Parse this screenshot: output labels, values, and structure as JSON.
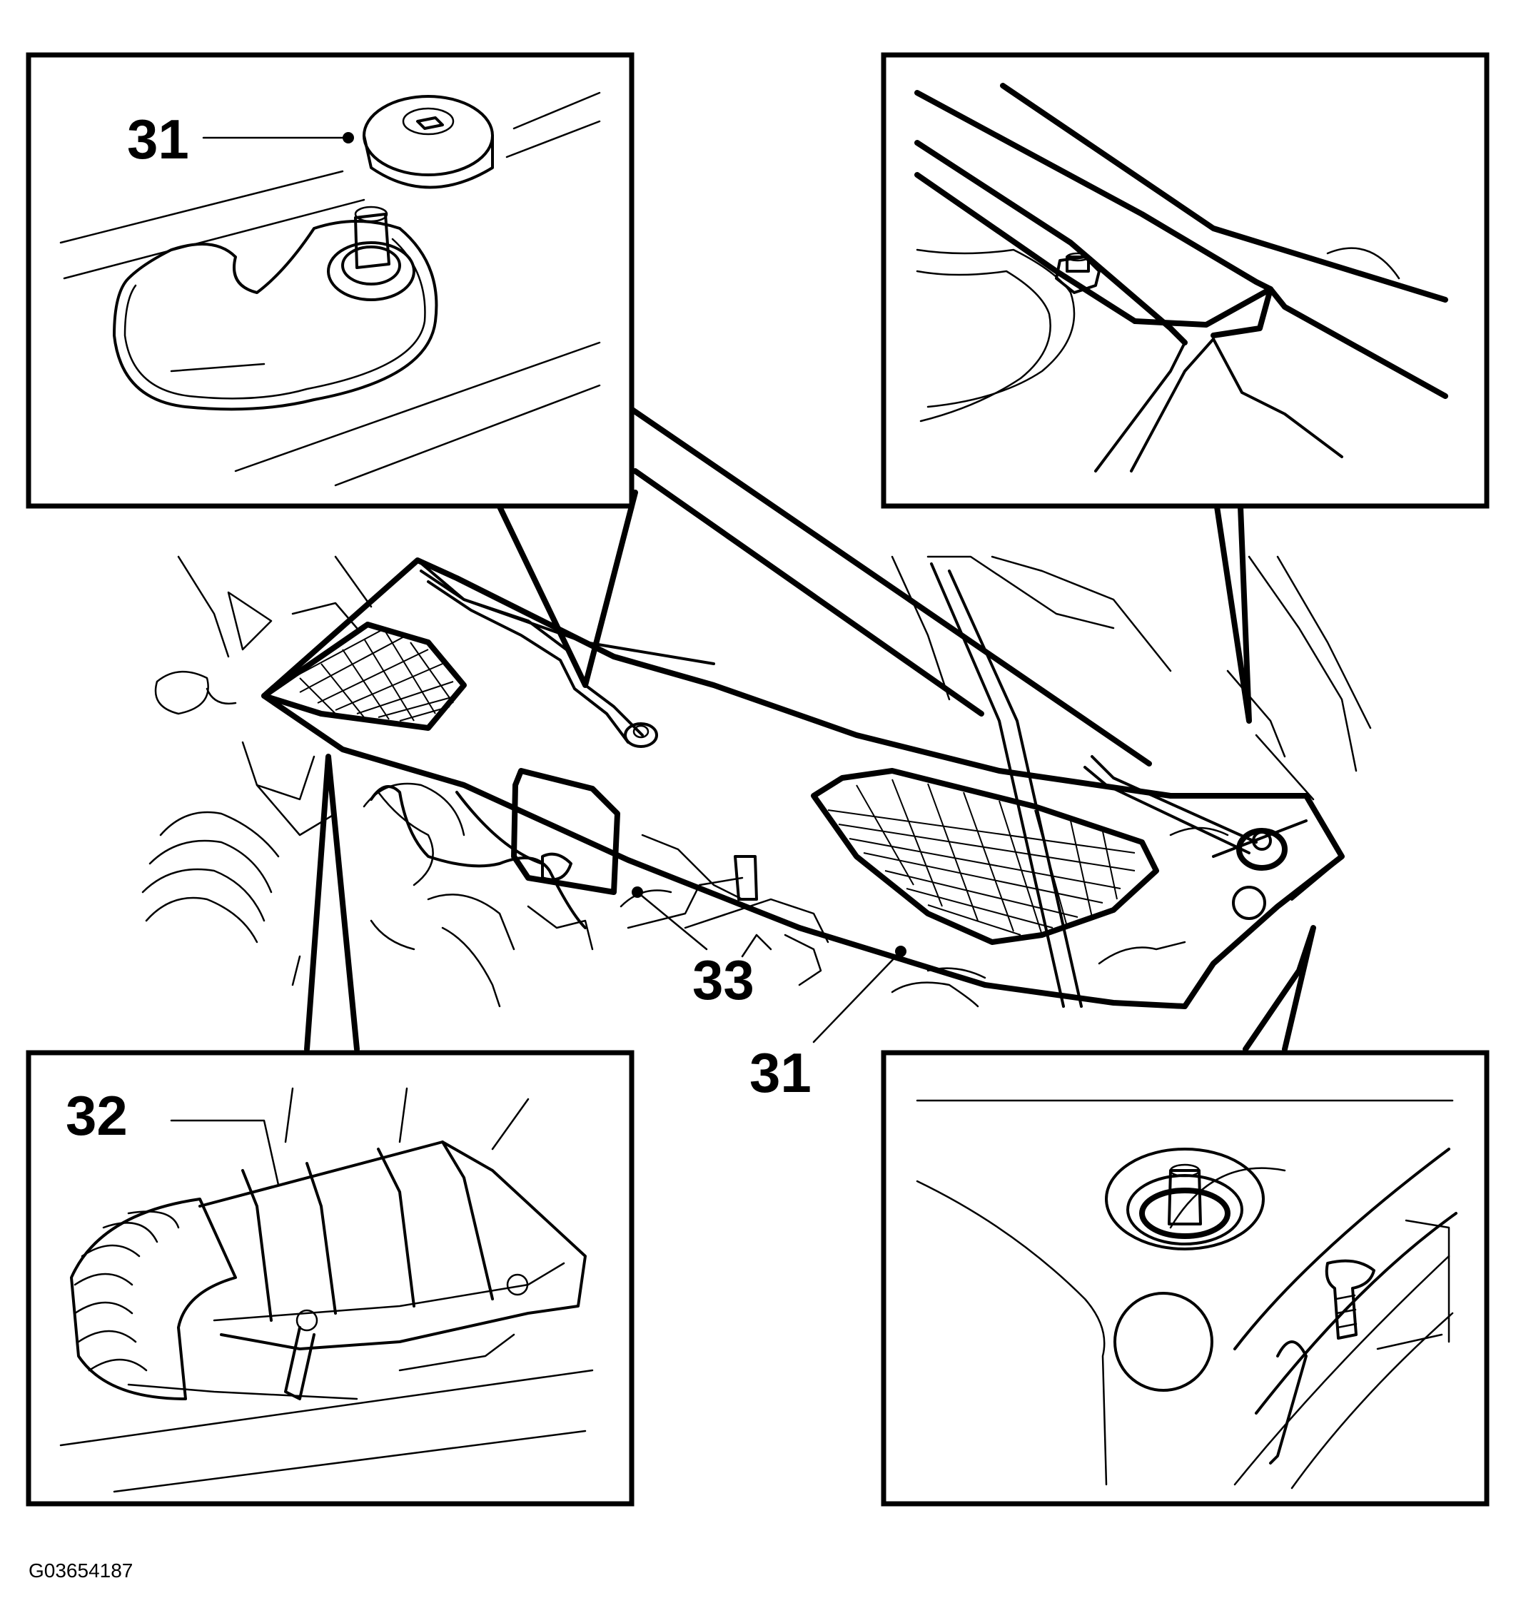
{
  "figure": {
    "callouts": {
      "top_left": "31",
      "main_a": "33",
      "main_b": "31",
      "bottom_left": "32"
    },
    "code": "G03654187"
  }
}
